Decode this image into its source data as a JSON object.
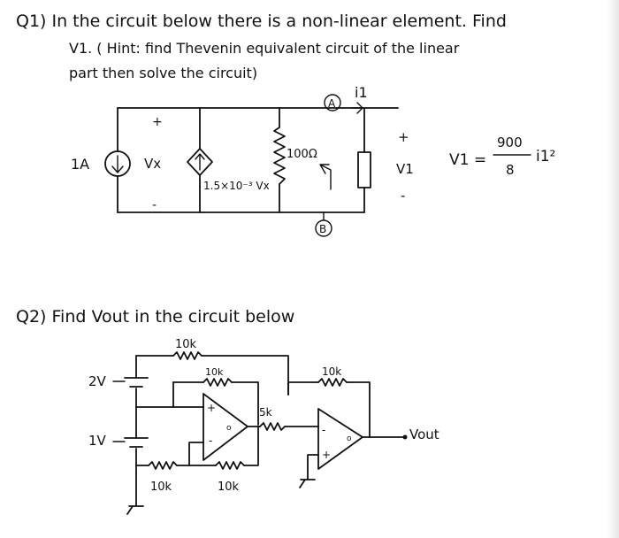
{
  "q1": {
    "prompt_line1": "Q1) In the circuit below there is a non-linear element. Find",
    "prompt_line2": "V1. ( Hint: find Thevenin equivalent circuit of the linear",
    "prompt_line3": "part then solve the circuit)",
    "source_label": "1A",
    "vx_label": "Vx",
    "plus_sign": "+",
    "minus_sign": "-",
    "dependent_source_label": "1.5×10⁻³ Vx",
    "resistor_label": "100Ω",
    "node_a": "A",
    "node_b": "B",
    "current_label": "i1",
    "v1_label": "V1",
    "equation_lhs": "V1 =",
    "equation_numerator": "900",
    "equation_denominator": "8",
    "equation_rhs": "i1²"
  },
  "q2": {
    "prompt": "Q2) Find  Vout   in the circuit below",
    "source_2v": "2V",
    "source_1v": "1V",
    "r_top_outer": "10k",
    "r_top_inner": "10k",
    "r_feedback_2": "10k",
    "r_between": "5k",
    "r_bottom_left": "10k",
    "r_bottom_right": "10k",
    "output_label": "Vout",
    "opamp_plus": "+",
    "opamp_minus": "-",
    "opamp_out": "o"
  }
}
